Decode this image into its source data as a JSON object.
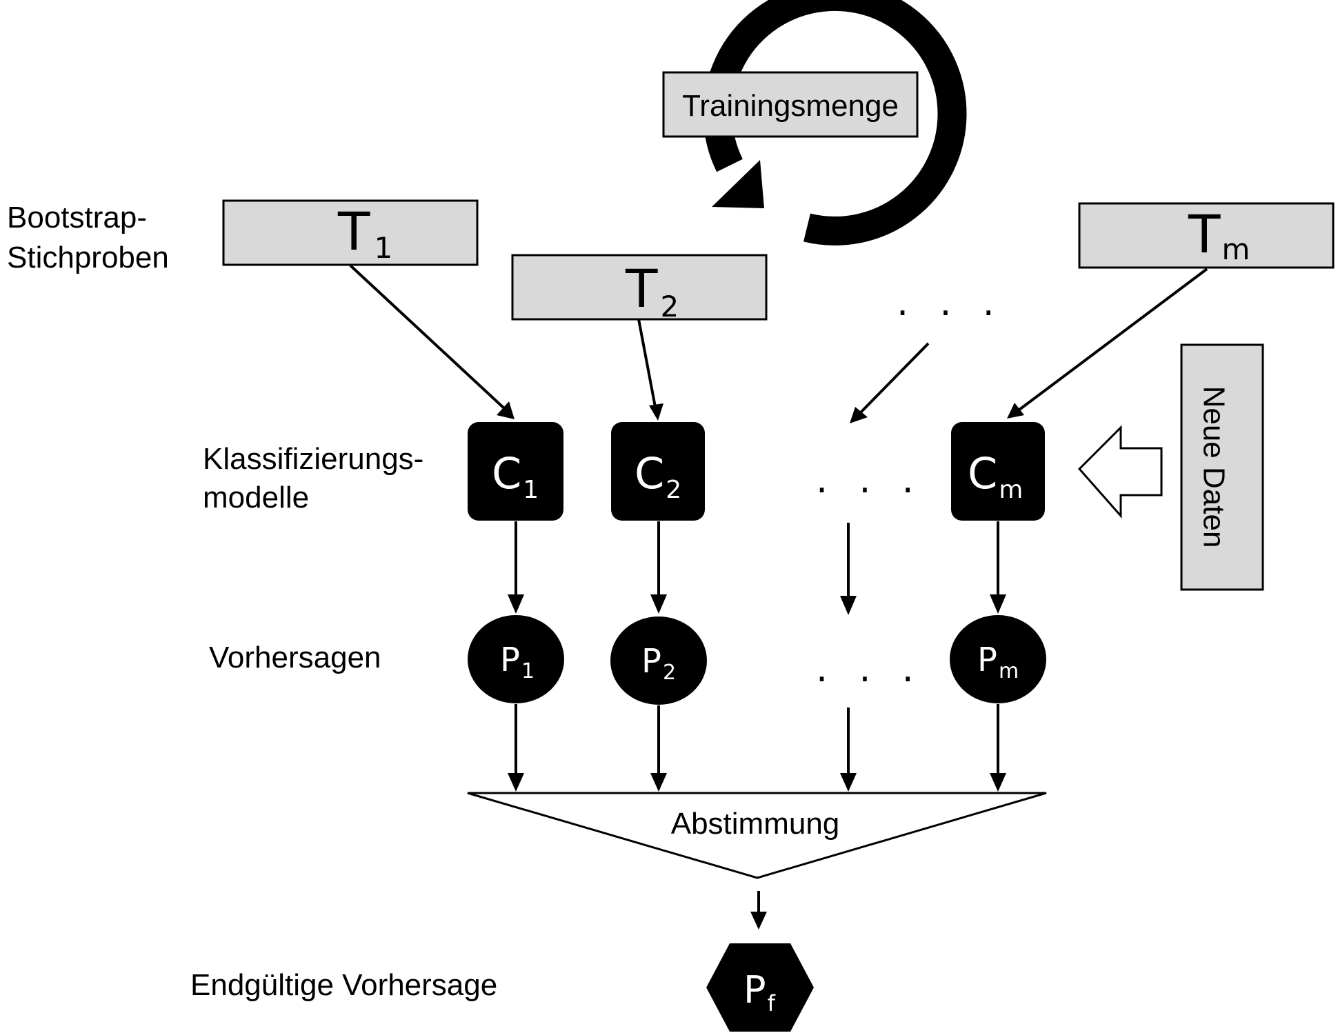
{
  "training_set": "Trainingsmenge",
  "row_labels": {
    "bootstrap_line1": "Bootstrap-",
    "bootstrap_line2": "Stichproben",
    "classifiers_line1": "Klassifizierungs-",
    "classifiers_line2": "modelle",
    "predictions": "Vorhersagen",
    "final": "Endgültige Vorhersage"
  },
  "samples": [
    {
      "main": "T",
      "sub": "1"
    },
    {
      "main": "T",
      "sub": "2"
    },
    {
      "main": "T",
      "sub": "m"
    }
  ],
  "classifiers": [
    {
      "main": "C",
      "sub": "1"
    },
    {
      "main": "C",
      "sub": "2"
    },
    {
      "main": "C",
      "sub": "m"
    }
  ],
  "predictions": [
    {
      "main": "P",
      "sub": "1"
    },
    {
      "main": "P",
      "sub": "2"
    },
    {
      "main": "P",
      "sub": "m"
    }
  ],
  "ellipsis": ". . .",
  "new_data": "Neue Daten",
  "voting": "Abstimmung",
  "final_prediction": {
    "main": "P",
    "sub": "f"
  }
}
